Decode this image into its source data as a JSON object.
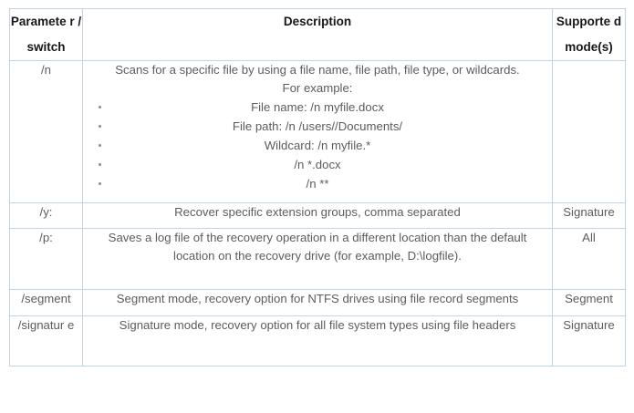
{
  "table": {
    "columns": [
      {
        "id": "parameter",
        "label": "Paramete r / switch"
      },
      {
        "id": "description",
        "label": "Description"
      },
      {
        "id": "mode",
        "label": "Supporte d mode(s)"
      }
    ],
    "rows": [
      {
        "parameter": "/n",
        "description_lines": [
          "Scans for a specific file by using a file name, file path, file type, or wildcards.",
          "For example:"
        ],
        "bullets": [
          "File name: /n myfile.docx",
          "File path: /n /users//Documents/",
          "Wildcard: /n myfile.*",
          "/n *.docx",
          "/n **"
        ],
        "mode": ""
      },
      {
        "parameter": "/y:",
        "description_lines": [
          "Recover specific extension groups, comma separated"
        ],
        "bullets": [],
        "mode": "Signature"
      },
      {
        "parameter": "/p:",
        "description_lines": [
          "Saves a log file of the recovery operation in a different location than the default location on the recovery drive (for example, D:\\logfile)."
        ],
        "bullets": [],
        "mode": "All"
      },
      {
        "parameter": "/segment",
        "description_lines": [
          "Segment mode, recovery option for NTFS drives using file record segments"
        ],
        "bullets": [],
        "mode": "Segment"
      },
      {
        "parameter": "/signatur e",
        "description_lines": [
          "Signature mode, recovery option for all file system types using file headers"
        ],
        "bullets": [],
        "mode": "Signature"
      }
    ]
  },
  "colors": {
    "border": "#c3d4e0",
    "header_text": "#17171a",
    "body_text": "#5c5c61",
    "bullet": "#8a8a90",
    "background": "#ffffff"
  }
}
